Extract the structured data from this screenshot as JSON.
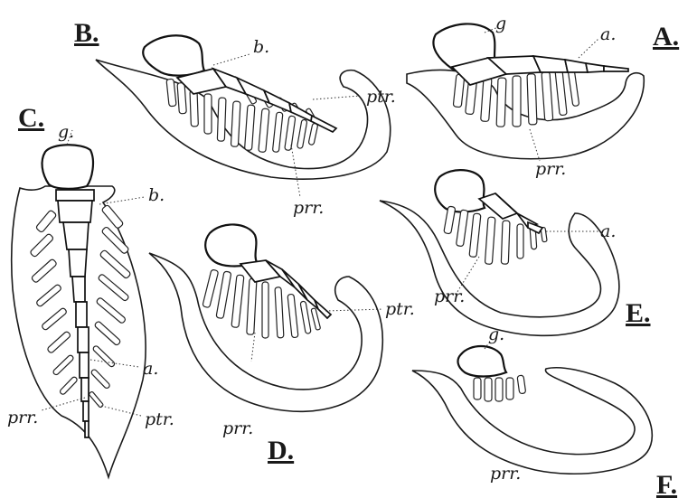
{
  "panels": {
    "A": {
      "letter": "A.",
      "labels": {
        "g": "g",
        "a": "a.",
        "prr": "prr."
      }
    },
    "B": {
      "letter": "B.",
      "labels": {
        "b": "b.",
        "ptr": "ptr.",
        "prr": "prr."
      }
    },
    "C": {
      "letter": "C.",
      "labels": {
        "g": "g.",
        "b": "b.",
        "a": "a.",
        "prr": "prr.",
        "ptr": "ptr."
      }
    },
    "D": {
      "letter": "D.",
      "labels": {
        "ptr": "ptr.",
        "prr": "prr."
      }
    },
    "E": {
      "letter": "E.",
      "labels": {
        "a": "a.",
        "prr": "prr."
      }
    },
    "F": {
      "letter": "F.",
      "labels": {
        "g": "g.",
        "prr": "prr."
      }
    }
  }
}
